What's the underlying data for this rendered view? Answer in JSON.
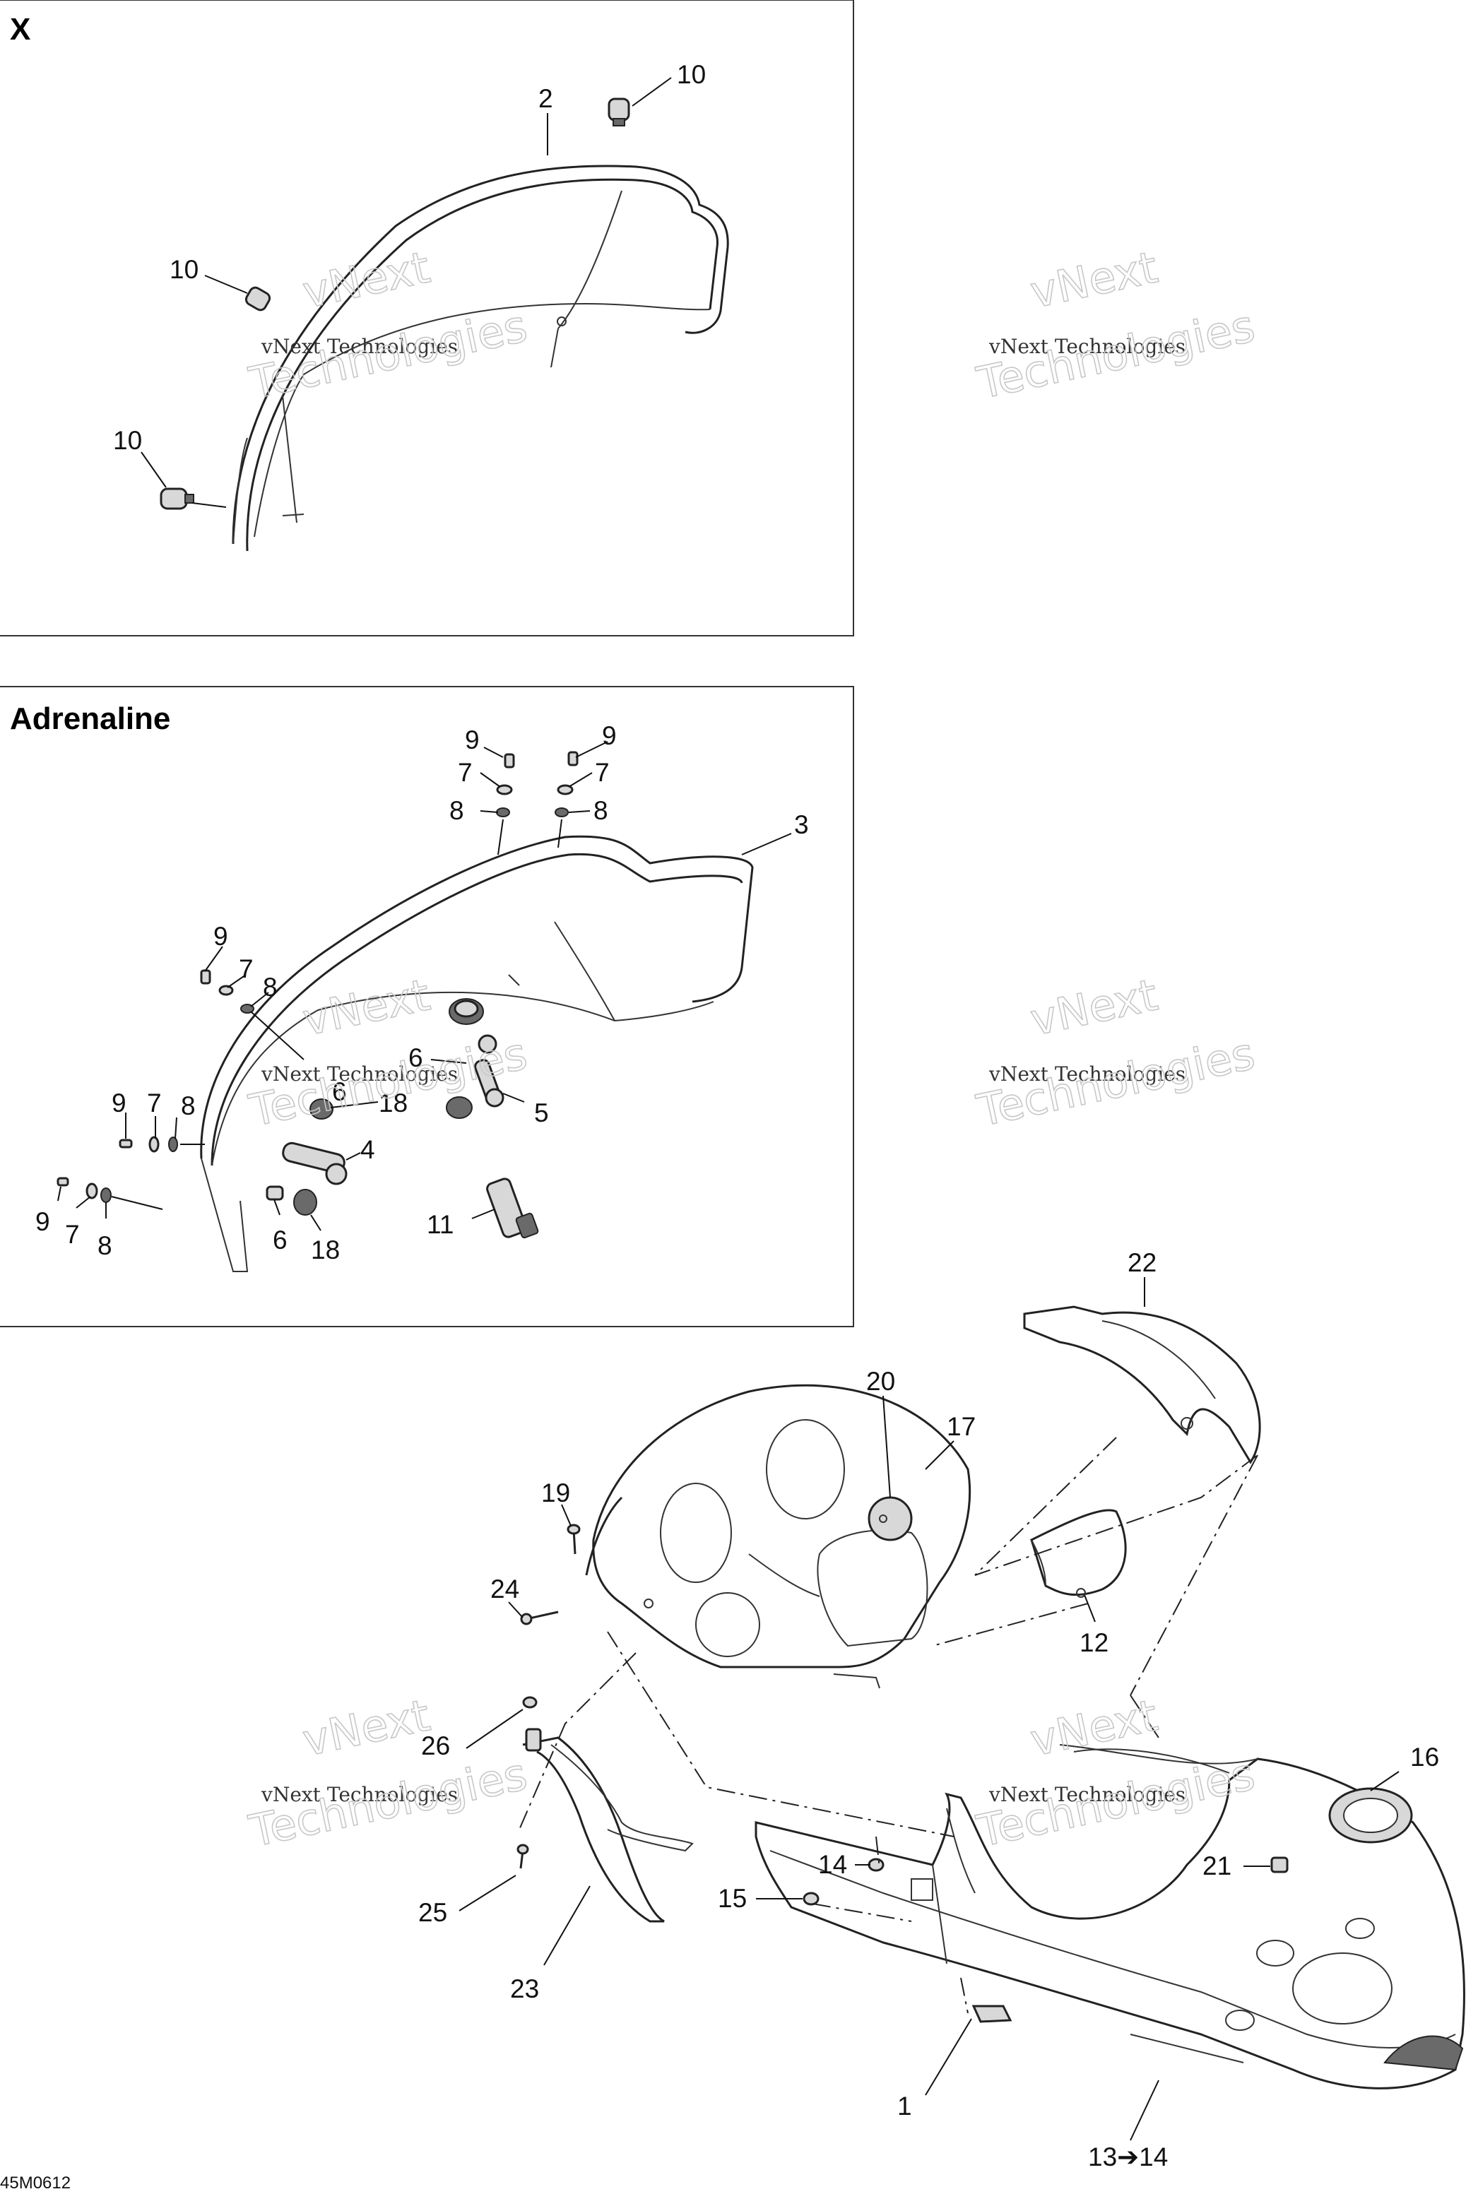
{
  "panels": {
    "x_title": "X",
    "adrenaline_title": "Adrenaline"
  },
  "watermarks": {
    "line1": "vNext Technologies",
    "line2": "vNext",
    "line3": "Technologies"
  },
  "drawing_code": "45M0612",
  "callouts": {
    "x_2": "2",
    "x_10a": "10",
    "x_10b": "10",
    "x_10c": "10",
    "a_9a": "9",
    "a_7a": "7",
    "a_8a": "8",
    "a_9b": "9",
    "a_7b": "7",
    "a_8b": "8",
    "a_3": "3",
    "a_9c": "9",
    "a_7c": "7",
    "a_8c": "8",
    "a_6a": "6",
    "a_6b": "6",
    "a_5": "5",
    "a_18a": "18",
    "a_9d": "9",
    "a_7d": "7",
    "a_8d": "8",
    "a_4": "4",
    "a_9e": "9",
    "a_7e": "7",
    "a_8e": "8",
    "a_6c": "6",
    "a_18b": "18",
    "a_11": "11",
    "m_22": "22",
    "m_20": "20",
    "m_17": "17",
    "m_19": "19",
    "m_24": "24",
    "m_12": "12",
    "m_26": "26",
    "m_16": "16",
    "m_14": "14",
    "m_15": "15",
    "m_21": "21",
    "m_25": "25",
    "m_23": "23",
    "m_1": "1",
    "m_13_14": "13➔14"
  }
}
